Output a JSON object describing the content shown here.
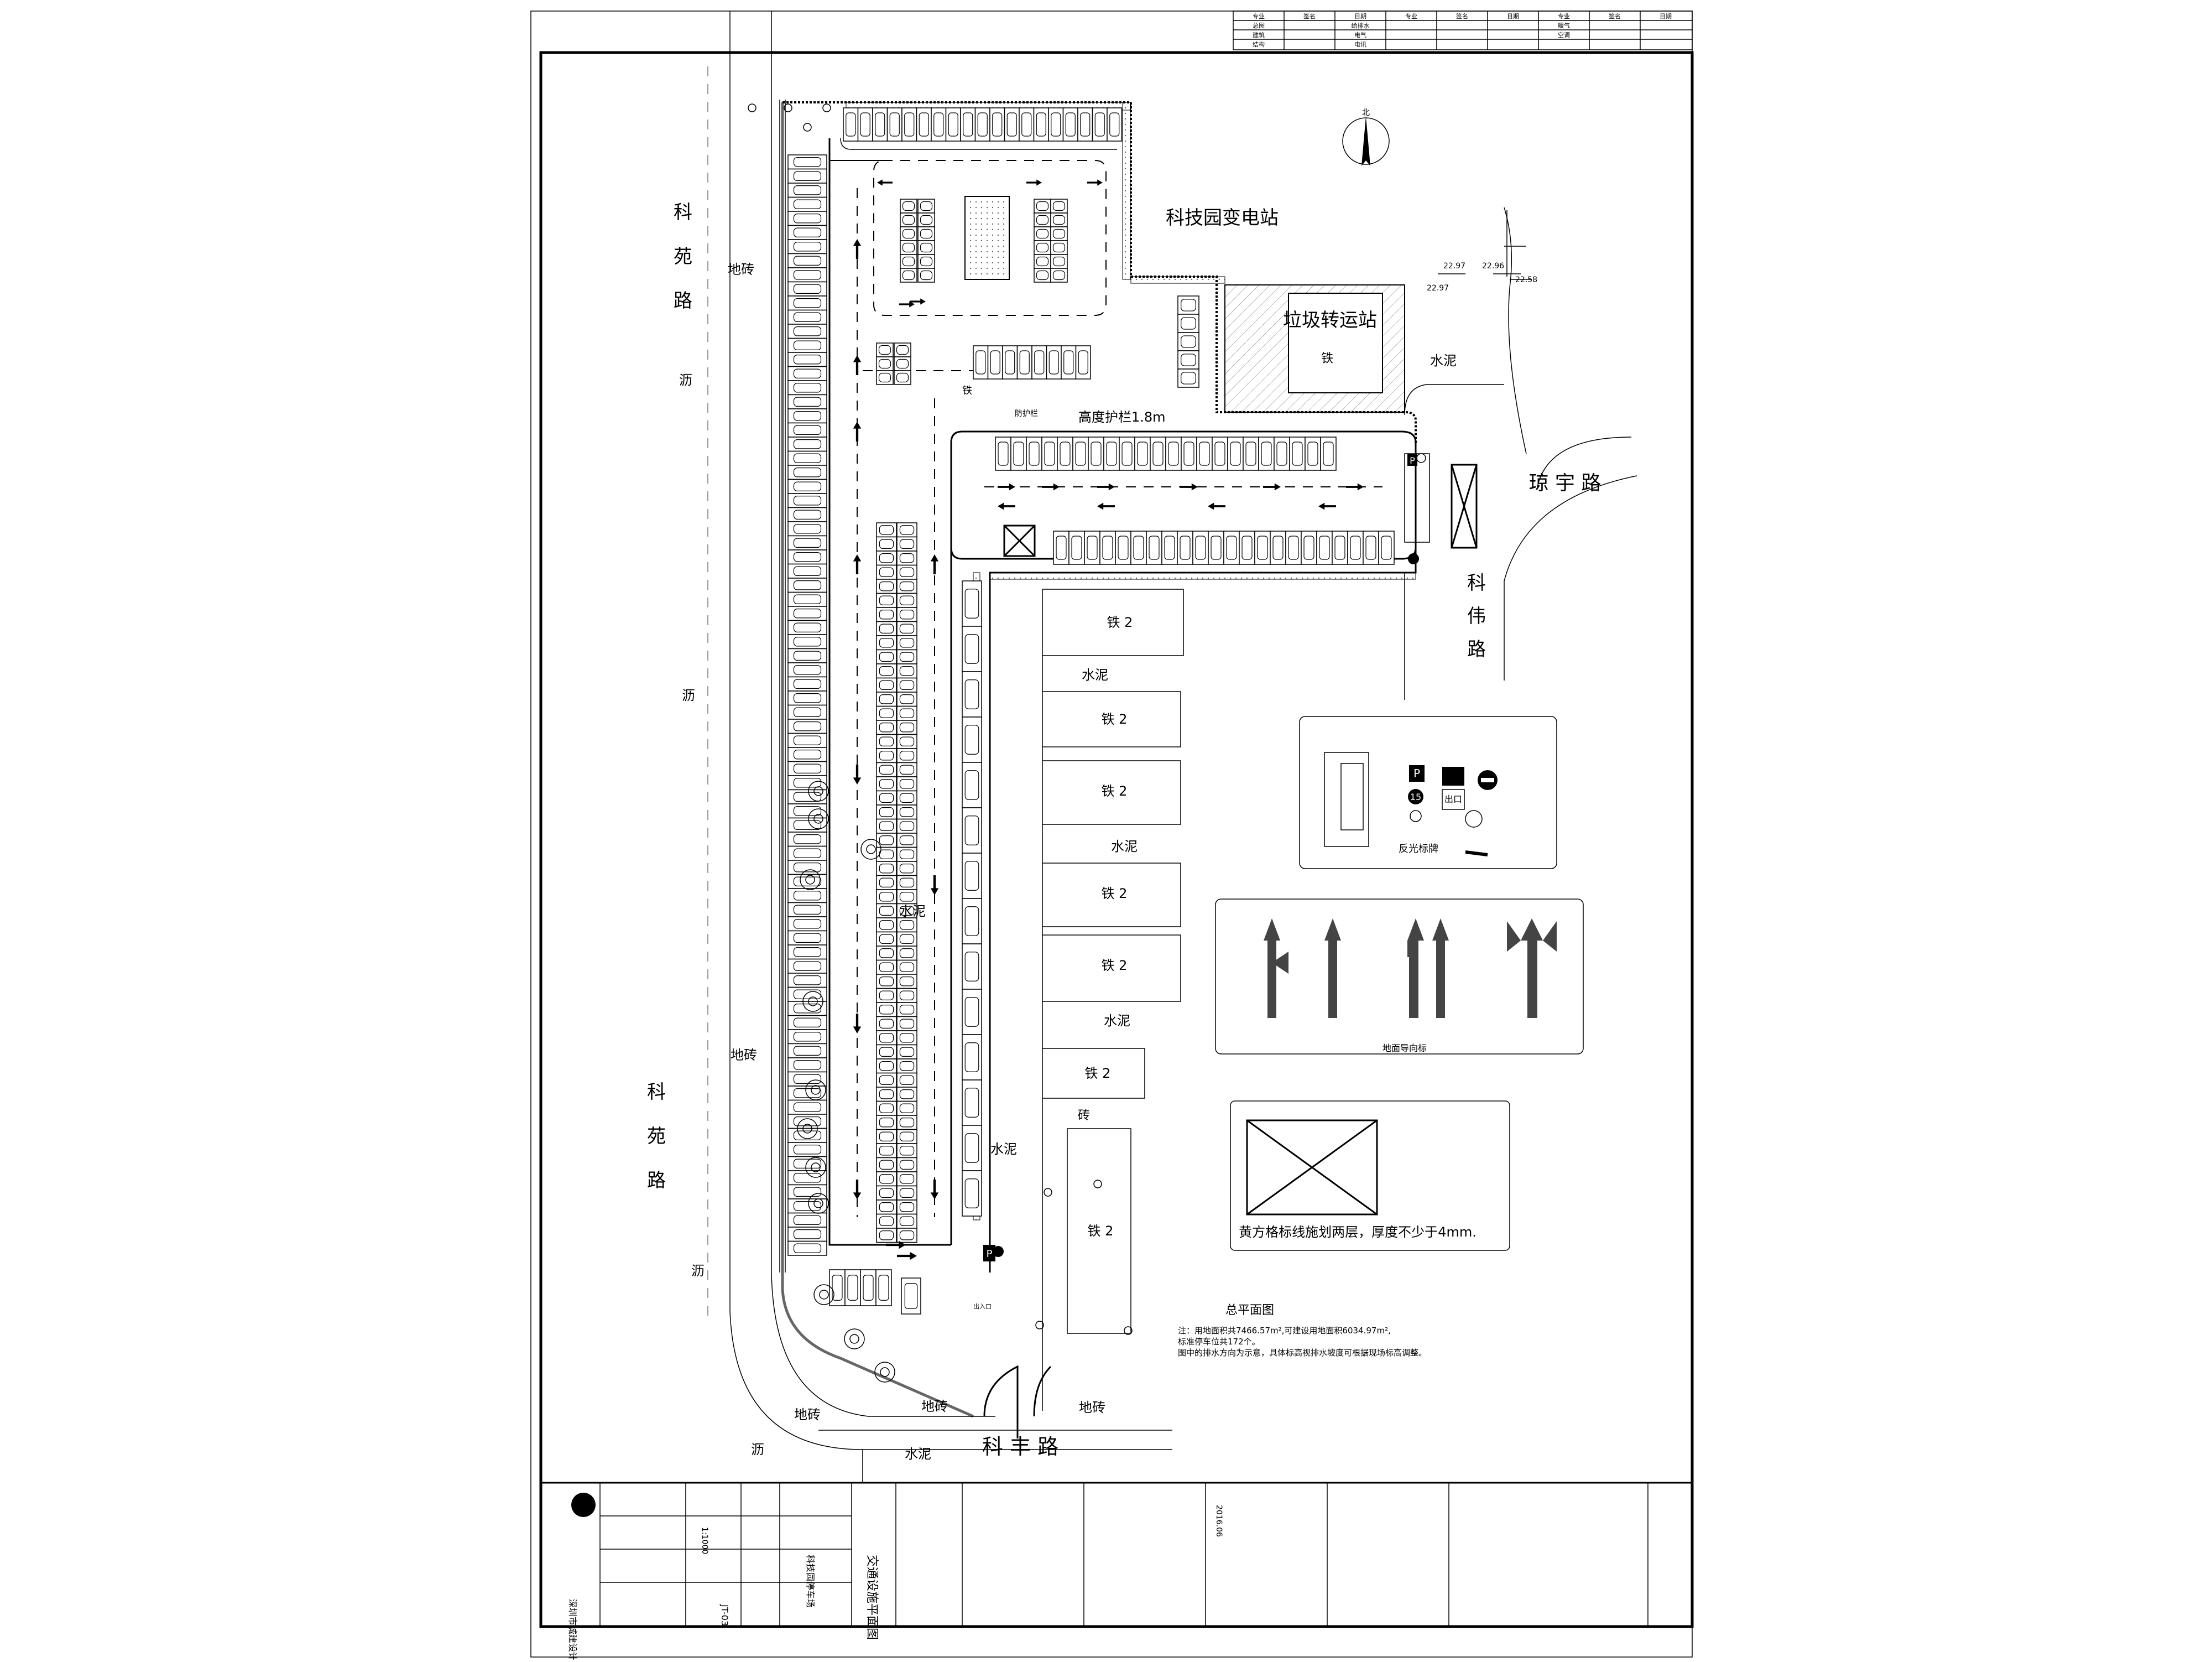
{
  "drawing": {
    "main_title": "总平面图",
    "sheet_title": "交通设施平面图",
    "notes": [
      "注：用地面积共7466.57m²,可建设用地面积6034.97m²,",
      "标准停车位共172个。",
      "图中的排水方向为示意，具体标高视排水坡度可根据现场标高调整。"
    ]
  },
  "roads": {
    "keyuan_top": [
      "科",
      "苑",
      "路"
    ],
    "keyuan_bottom": [
      "科",
      "苑",
      "路"
    ],
    "qiongyu": "琼 宇 路",
    "kewei": [
      "科",
      "伟",
      "路"
    ],
    "kefeng": "科 丰 路"
  },
  "areas": {
    "substation": "科技园变电站",
    "garbage_station": "垃圾转运站",
    "iron": "铁",
    "iron2": "铁 2",
    "cement": "水泥",
    "floor_brick": "地砖",
    "asphalt": "沥",
    "brick": "砖"
  },
  "elevations": [
    "22.97",
    "22.96",
    "22.97",
    "22.58"
  ],
  "labels": {
    "north": "北",
    "guardrail": "防护栏",
    "fence_height": "高度护栏1.8m",
    "entrance": "出入口",
    "exit": "出口",
    "sign_note": "黄方格标线施划两层，厚度不少于4mm.",
    "reflective_sign": "反光标牌",
    "arrow_legend": "地面导向标",
    "parking_p": "P",
    "limit": "15"
  },
  "title_block": {
    "company": "深圳市城建设计有限公司",
    "project": "科技园停车场",
    "scale": "1:1000",
    "drawing_no": "JT-03",
    "date": "2016.06"
  },
  "top_table": {
    "cells": [
      "专业",
      "签名",
      "日期",
      "专业",
      "签名",
      "日期",
      "专业",
      "签名",
      "日期",
      "总图",
      "给排水",
      "暖气",
      "建筑",
      "电气",
      "空调",
      "结构",
      "电讯"
    ]
  }
}
